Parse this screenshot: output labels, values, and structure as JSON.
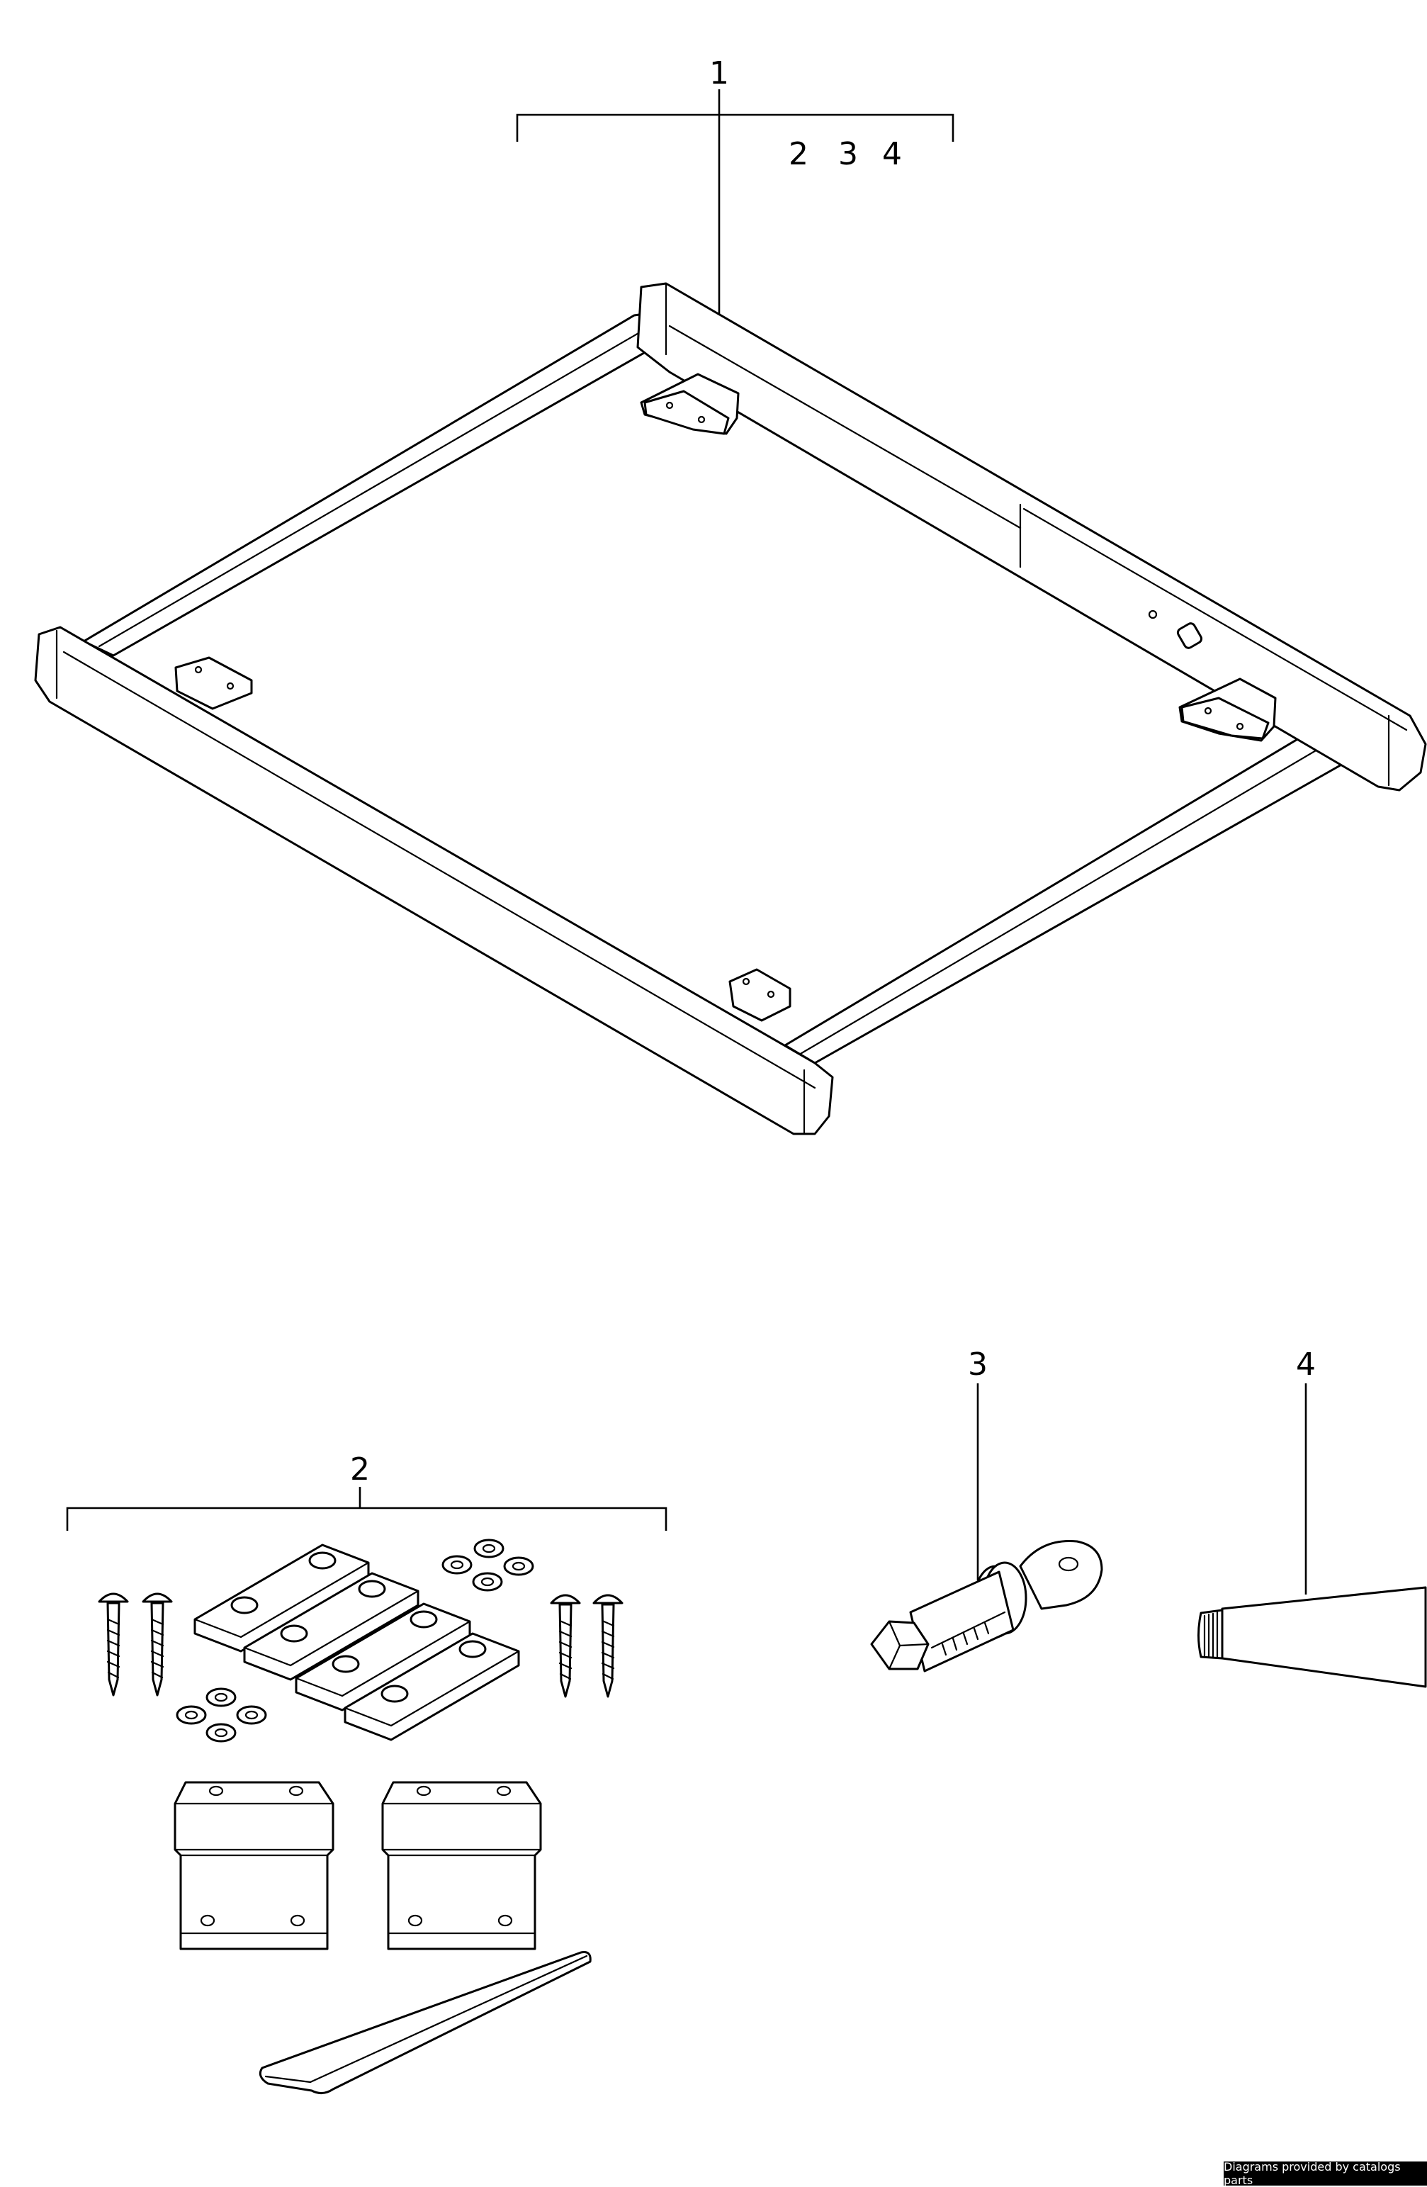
{
  "callouts": {
    "frame": "1",
    "frame_sub_a": "2",
    "frame_sub_b": "3",
    "frame_sub_c": "4",
    "fixing_kit": "2",
    "lock": "3",
    "grease": "4"
  },
  "footer": {
    "credit": "Diagrams provided by catalogs parts"
  },
  "icons": {
    "frame": "carrier-frame-icon",
    "kit": "fixing-kit-icon",
    "lock": "lock-cylinder-key-icon",
    "grease": "grease-tube-icon"
  }
}
